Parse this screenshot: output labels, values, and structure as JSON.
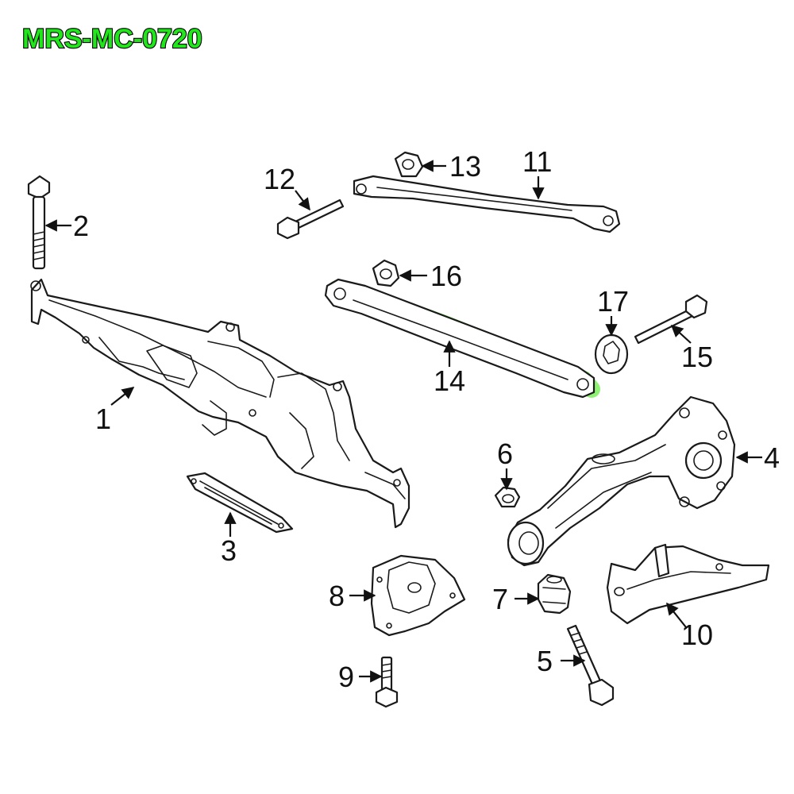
{
  "part_code": "MRS-MC-0720",
  "colors": {
    "code_fill": "#22e61c",
    "highlight": "#7CF05A",
    "line": "#1a1a1a"
  },
  "callouts": {
    "c1": "1",
    "c2": "2",
    "c3": "3",
    "c4": "4",
    "c5": "5",
    "c6": "6",
    "c7": "7",
    "c8": "8",
    "c9": "9",
    "c10": "10",
    "c11": "11",
    "c12": "12",
    "c13": "13",
    "c14": "14",
    "c15": "15",
    "c16": "16",
    "c17": "17"
  },
  "highlighted_part": "14"
}
